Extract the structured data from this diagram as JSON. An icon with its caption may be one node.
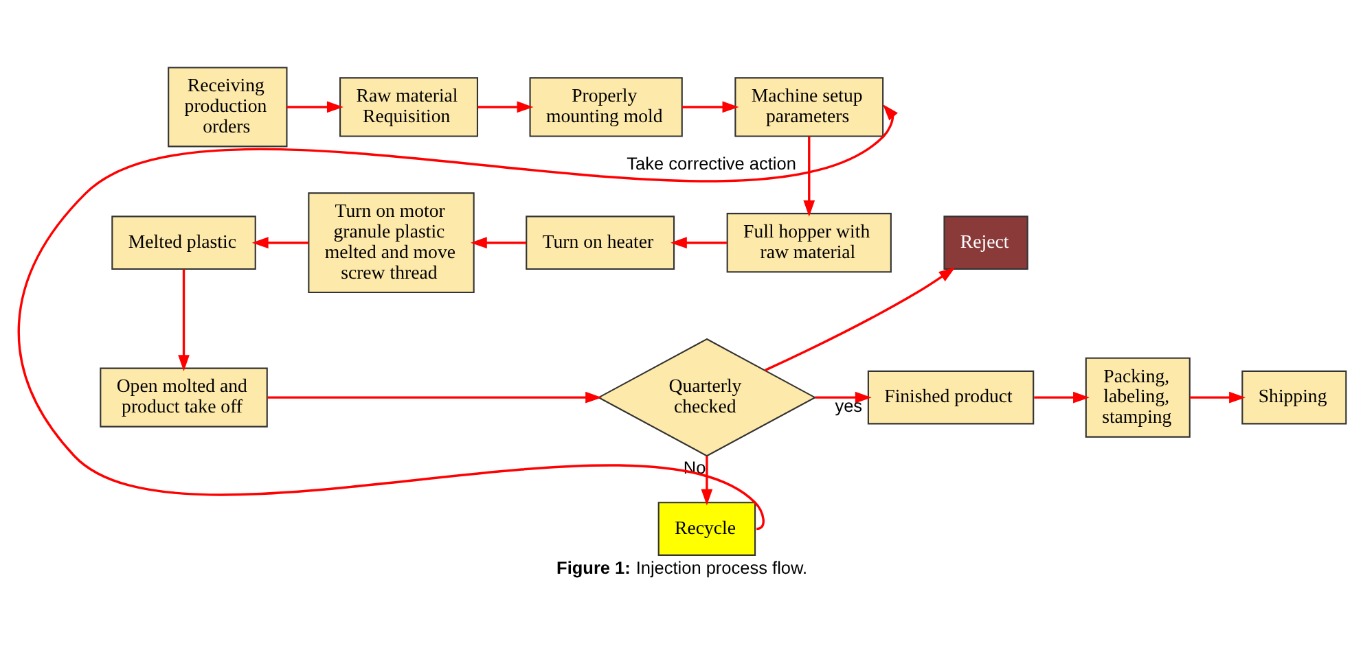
{
  "diagram": {
    "caption": "**Figure 1:** Injection process flow.",
    "nodes": [
      {
        "text": [
          "Receiving production orders"
        ]
      },
      {
        "text": [
          "Raw material Requisition"
        ]
      },
      {
        "text": [
          "Properly mounting mold"
        ]
      },
      {
        "text": [
          "Machine setup parameters"
        ]
      },
      {
        "text": [
          "Full hopper with raw material"
        ]
      },
      {
        "text": [
          "Turn on heater"
        ]
      },
      {
        "text": [
          "Turn on motor granule plastic melted and move screw thread"
        ]
      },
      {
        "text": [
          "Melted plastic"
        ]
      },
      {
        "text": [
          "Open molted and product take off"
        ]
      },
      {
        "text": [
          "Quarterly checked"
        ]
      },
      {
        "text": [
          "Reject"
        ]
      },
      {
        "text": [
          "Finished product"
        ]
      },
      {
        "text": [
          "Packing, labeling, stamping"
        ]
      },
      {
        "text": [
          "Shipping"
        ]
      },
      {
        "text": [
          "Recycle"
        ]
      }
    ],
    "edges": [
      {
        "from": 0,
        "to": 1,
        "arrow": "to"
      },
      {
        "from": 1,
        "to": 2,
        "arrow": "to"
      },
      {
        "from": 2,
        "to": 3,
        "arrow": "to"
      },
      {
        "from": 3,
        "to": 4,
        "arrow": "to"
      },
      {
        "from": 4,
        "to": 5,
        "arrow": "to"
      },
      {
        "from": 5,
        "to": 6,
        "arrow": "to"
      },
      {
        "from": 6,
        "to": 7,
        "arrow": "to"
      },
      {
        "from": 7,
        "to": 8,
        "arrow": "to"
      },
      {
        "from": 8,
        "to": 9,
        "arrow": "to"
      },
      {
        "from": 9,
        "to": 10,
        "arrow": "to"
      },
      {
        "from": 9,
        "to": 11,
        "arrow": "to",
        "label": "yes"
      },
      {
        "from": 11,
        "to": 12,
        "arrow": "to"
      },
      {
        "from": 12,
        "to": 13,
        "arrow": "to"
      },
      {
        "from": 9,
        "to": 14,
        "arrow": "to",
        "label": "No"
      },
      {
        "from": 14,
        "to": 3,
        "arrow": "to",
        "label": "Take corrective action"
      }
    ]
  }
}
